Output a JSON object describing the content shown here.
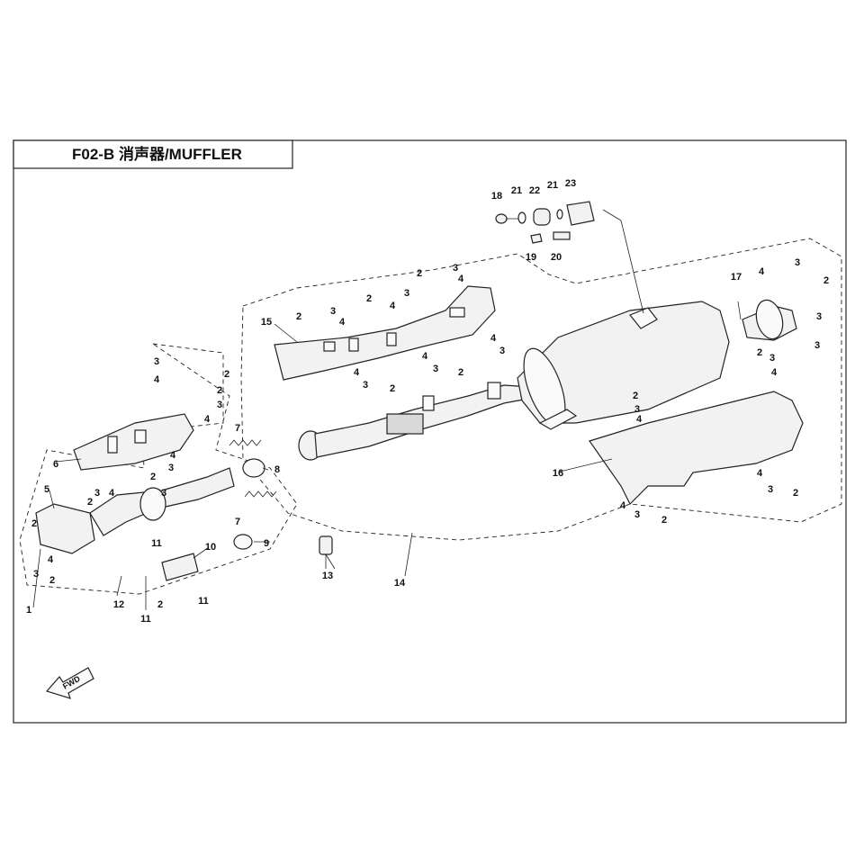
{
  "title": "F02-B 消声器/MUFFLER",
  "direction_label": "FWD",
  "callouts": [
    {
      "label": "1"
    },
    {
      "label": "2"
    },
    {
      "label": "3"
    },
    {
      "label": "4"
    },
    {
      "label": "5"
    },
    {
      "label": "6"
    },
    {
      "label": "7"
    },
    {
      "label": "8"
    },
    {
      "label": "9"
    },
    {
      "label": "10"
    },
    {
      "label": "11"
    },
    {
      "label": "12"
    },
    {
      "label": "13"
    },
    {
      "label": "14"
    },
    {
      "label": "15"
    },
    {
      "label": "16"
    },
    {
      "label": "17"
    },
    {
      "label": "18"
    },
    {
      "label": "19"
    },
    {
      "label": "20"
    },
    {
      "label": "21"
    },
    {
      "label": "22"
    },
    {
      "label": "23"
    }
  ]
}
